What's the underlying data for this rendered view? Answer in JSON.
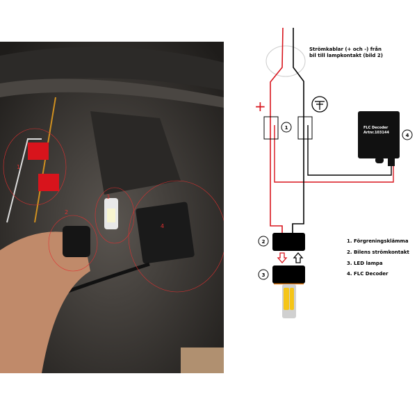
{
  "photo": {
    "labels": [
      "1",
      "2",
      "3",
      "4"
    ]
  },
  "diagram": {
    "caption_line1": "Strömkablar (+ och -) från",
    "caption_line2": "bil till lampkontakt (bild 2)",
    "plus_sign": "+",
    "ground_symbol": "ground-icon",
    "markers": [
      "1",
      "2",
      "3",
      "4"
    ],
    "decoder_line1": "FLC Decoder",
    "decoder_line2": "Artnr.103144",
    "legend": [
      "1. Förgreningsklämma",
      "2. Bilens strömkontakt",
      "3. LED lampa",
      "4. FLC Decoder"
    ],
    "colors": {
      "positive": "#d8141c",
      "negative": "#000000",
      "led": "#f5c518"
    }
  }
}
